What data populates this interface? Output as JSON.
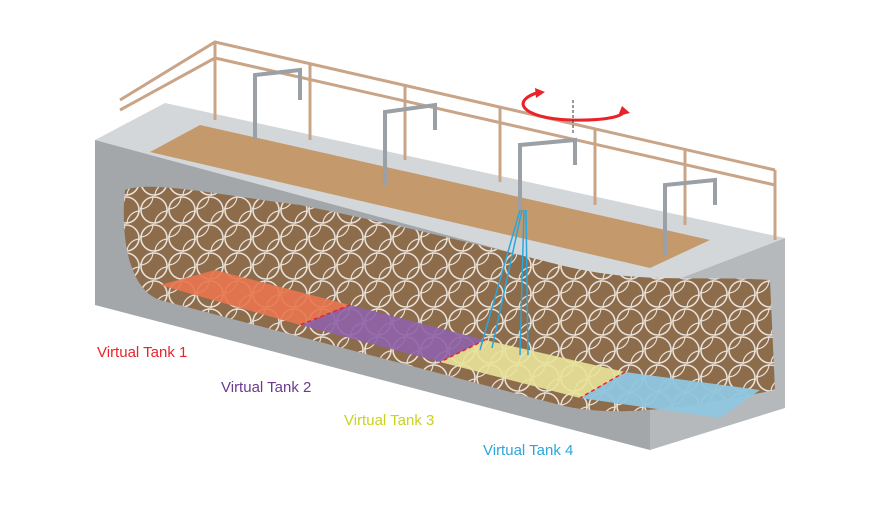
{
  "labels": [
    {
      "text": "Virtual Tank 1",
      "color": "#e8242b"
    },
    {
      "text": "Virtual Tank 2",
      "color": "#6b3a8f"
    },
    {
      "text": "Virtual Tank 3",
      "color": "#d3dc27"
    },
    {
      "text": "Virtual Tank 4",
      "color": "#2aa6dc"
    }
  ],
  "colors": {
    "concrete": "#a7abae",
    "concrete_light": "#c9cccf",
    "sludge": "#9a7550",
    "sludge_top": "#c49a6c",
    "railing": "#c9a487",
    "rotation_arrow": "#e8242b"
  }
}
